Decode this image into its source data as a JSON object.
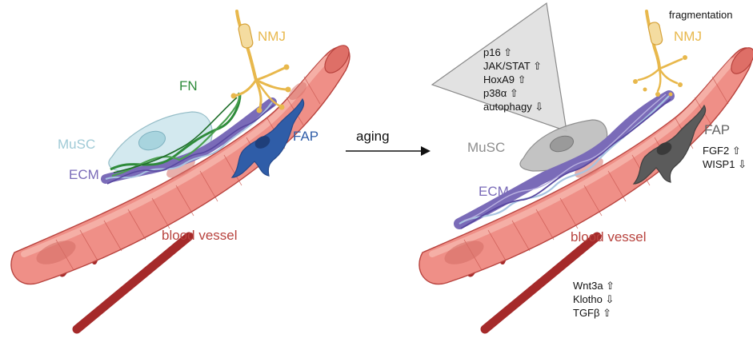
{
  "colors": {
    "fiber_fill": "#ef8f87",
    "fiber_fill_light": "#f4aaa2",
    "fiber_stroke": "#b8433e",
    "fiber_end": "#de6f67",
    "nucleus": "#d67068",
    "vessel": "#a52a2a",
    "nmj": "#e8b84c",
    "fn": "#2e8b3a",
    "musc_young": "#a8d4de",
    "musc_old": "#a7a7a7",
    "fap_young": "#2f5da8",
    "fap_old": "#5b5b5b",
    "ecm": "#7a6bb8",
    "ecm_accent": "#a7c3e0",
    "callout": "#e2e2e2",
    "text_dark": "#111111"
  },
  "young": {
    "labels": {
      "nmj": "NMJ",
      "fn": "FN",
      "musc": "MuSC",
      "fap": "FAP",
      "ecm": "ECM",
      "blood_vessel": "blood vessel"
    }
  },
  "transition": {
    "label": "aging"
  },
  "aged": {
    "labels": {
      "fragmentation": "fragmentation",
      "nmj": "NMJ",
      "musc": "MuSC",
      "fap": "FAP",
      "ecm": "ECM",
      "blood_vessel": "blood vessel"
    },
    "musc_changes": [
      "p16 ⇧",
      "JAK/STAT ⇧",
      "HoxA9 ⇧",
      "p38α ⇧",
      "autophagy ⇩"
    ],
    "fap_changes": [
      "FGF2 ⇧",
      "WISP1 ⇩"
    ],
    "vessel_changes": [
      "Wnt3a ⇧",
      "Klotho ⇩",
      "TGFβ ⇧"
    ]
  }
}
